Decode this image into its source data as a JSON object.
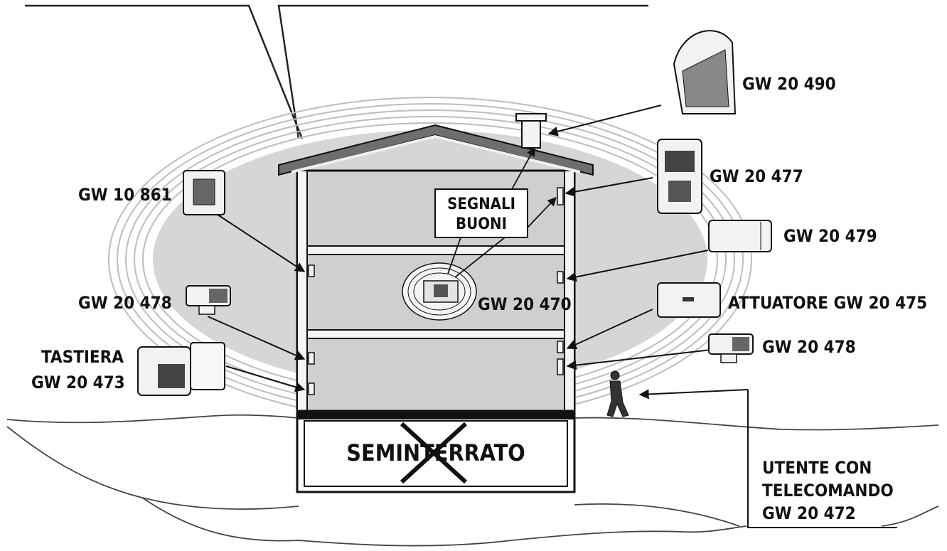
{
  "diagram": {
    "labels": {
      "gw20490": "GW 20 490",
      "gw20477": "GW 20 477",
      "gw20479": "GW 20 479",
      "gw10861": "GW 10 861",
      "segnali_line1": "SEGNALI",
      "segnali_line2": "BUONI",
      "gw20478_left": "GW 20 478",
      "gw20470": "GW 20 470",
      "attuatore": "ATTUATORE GW 20 475",
      "gw20478_right": "GW 20 478",
      "tastiera_line1": "TASTIERA",
      "tastiera_line2": "GW 20 473",
      "seminterrato": "SEMINTERRATO",
      "utente_line1": "UTENTE CON",
      "utente_line2": "TELECOMANDO",
      "utente_line3": "GW 20 472"
    },
    "colors": {
      "ellipse_fill": "#d6d6d6",
      "ring_stroke": "#bdbdbd",
      "roof": "#6e6e6e",
      "ink": "#111111",
      "device": "#f2f2f2"
    }
  }
}
